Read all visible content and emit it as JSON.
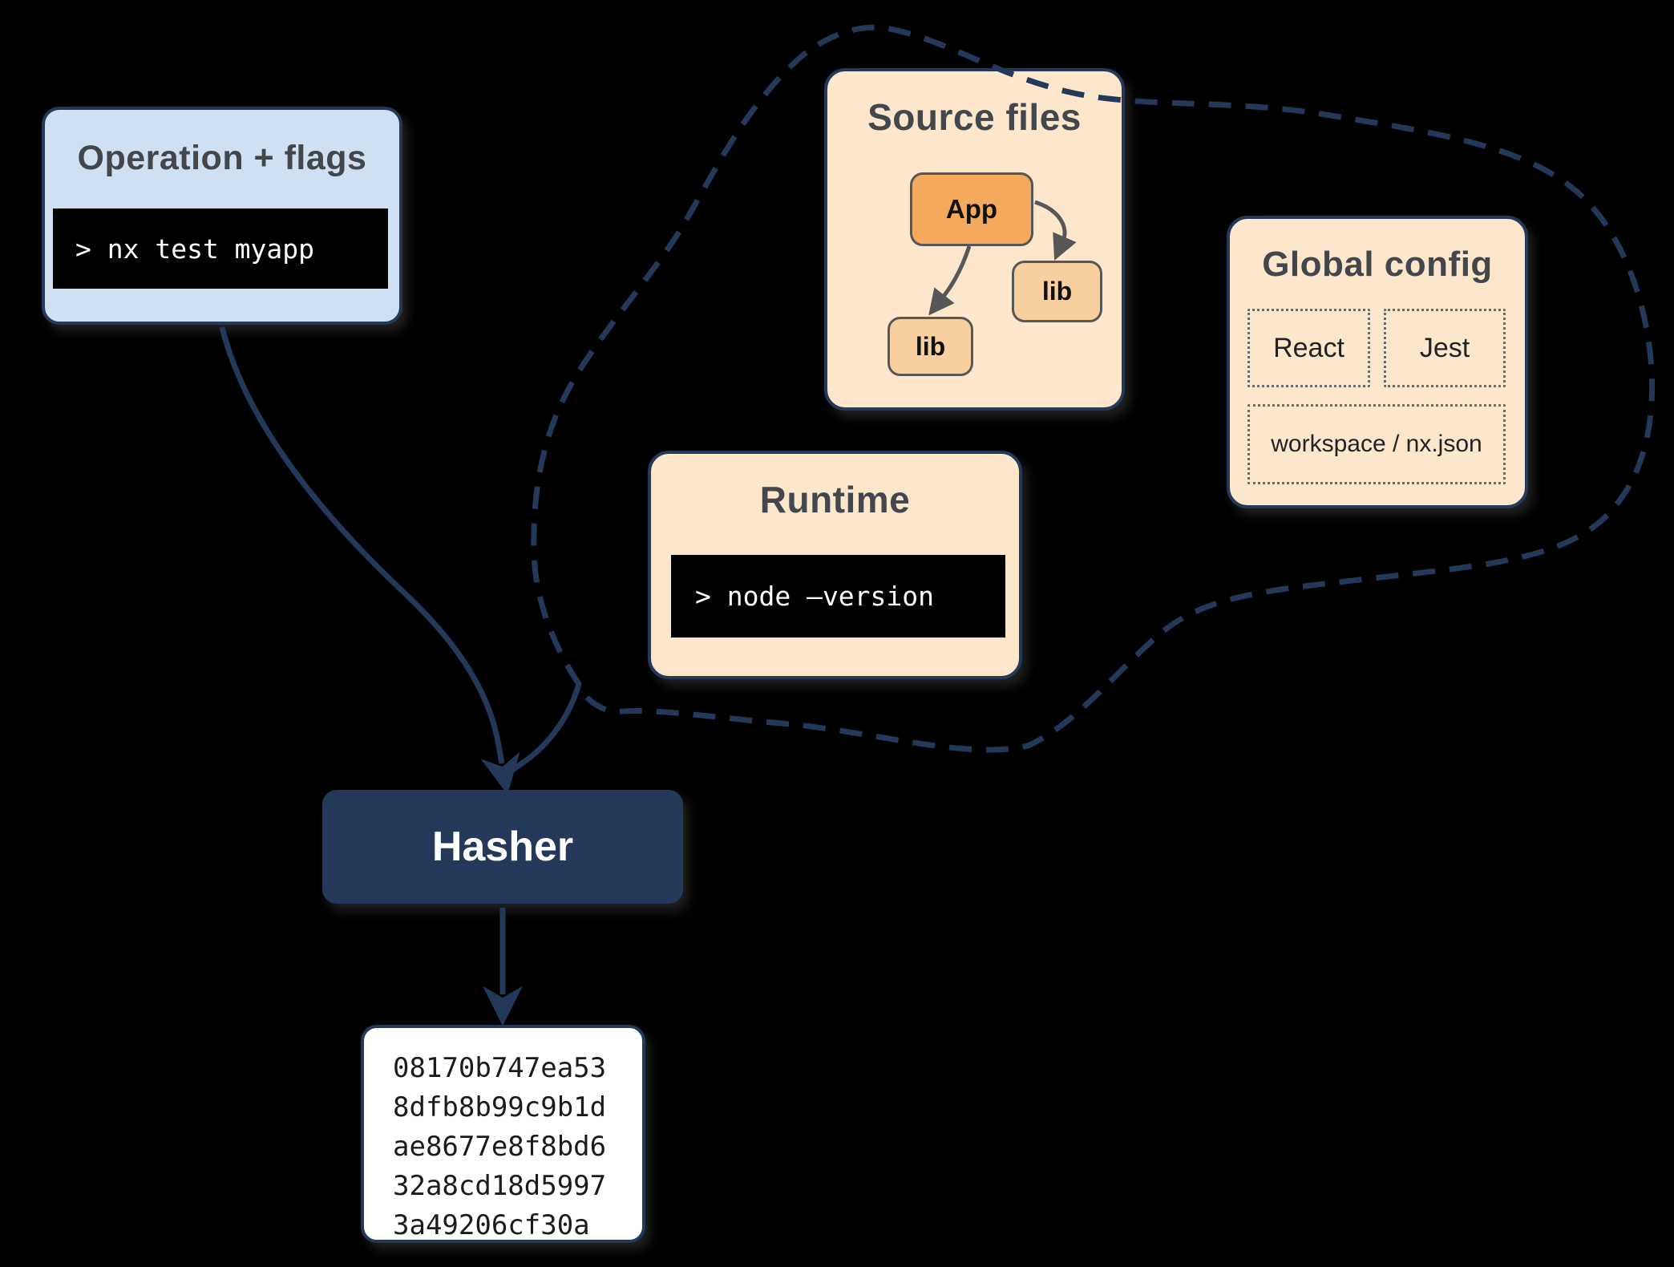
{
  "canvas": {
    "background": "#000000"
  },
  "colors": {
    "navy": "#24385a",
    "light_blue": "#cfe0f2",
    "peach": "#fce7cc",
    "orange": "#f5a95c",
    "light_orange": "#f8cf9f",
    "terminal_bg": "#000000",
    "terminal_text": "#ffffff",
    "title_text": "#43474c",
    "node_border": "#575757",
    "inner_arrow": "#575757"
  },
  "operation_box": {
    "title": "Operation + flags",
    "command": "> nx test myapp"
  },
  "cloud": {
    "source_files": {
      "title": "Source files",
      "app_label": "App",
      "lib1_label": "lib",
      "lib2_label": "lib"
    },
    "global_config": {
      "title": "Global config",
      "item_react": "React",
      "item_jest": "Jest",
      "item_workspace": "workspace / nx.json"
    },
    "runtime": {
      "title": "Runtime",
      "command": "> node –version"
    }
  },
  "hasher": {
    "label": "Hasher"
  },
  "hash_output": {
    "line1": "08170b747ea53",
    "line2": "8dfb8b99c9b1d",
    "line3": "ae8677e8f8bd6",
    "line4": "32a8cd18d5997",
    "line5": "3a49206cf30a"
  }
}
